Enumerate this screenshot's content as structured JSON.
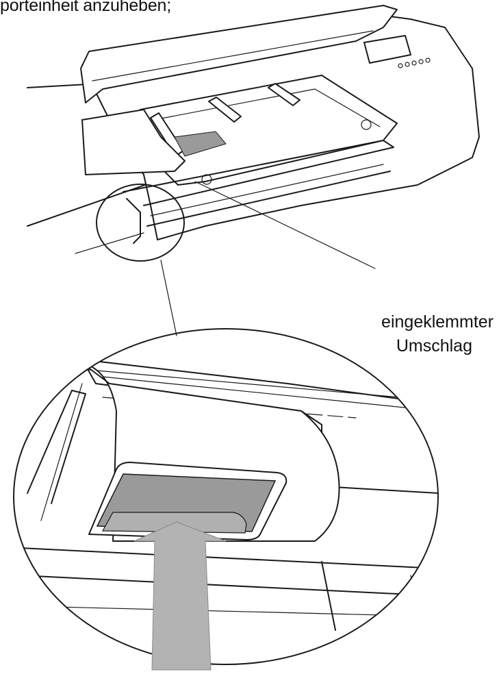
{
  "caption": {
    "top_text": "porteinheit anzuheben;"
  },
  "callout": {
    "line1": "eingeklemmter",
    "line2": "Umschlag"
  },
  "colors": {
    "ink": "#1a1a1a",
    "envelope_gray": "#9a9a9a",
    "arrow_gray": "#b3b3b3"
  }
}
